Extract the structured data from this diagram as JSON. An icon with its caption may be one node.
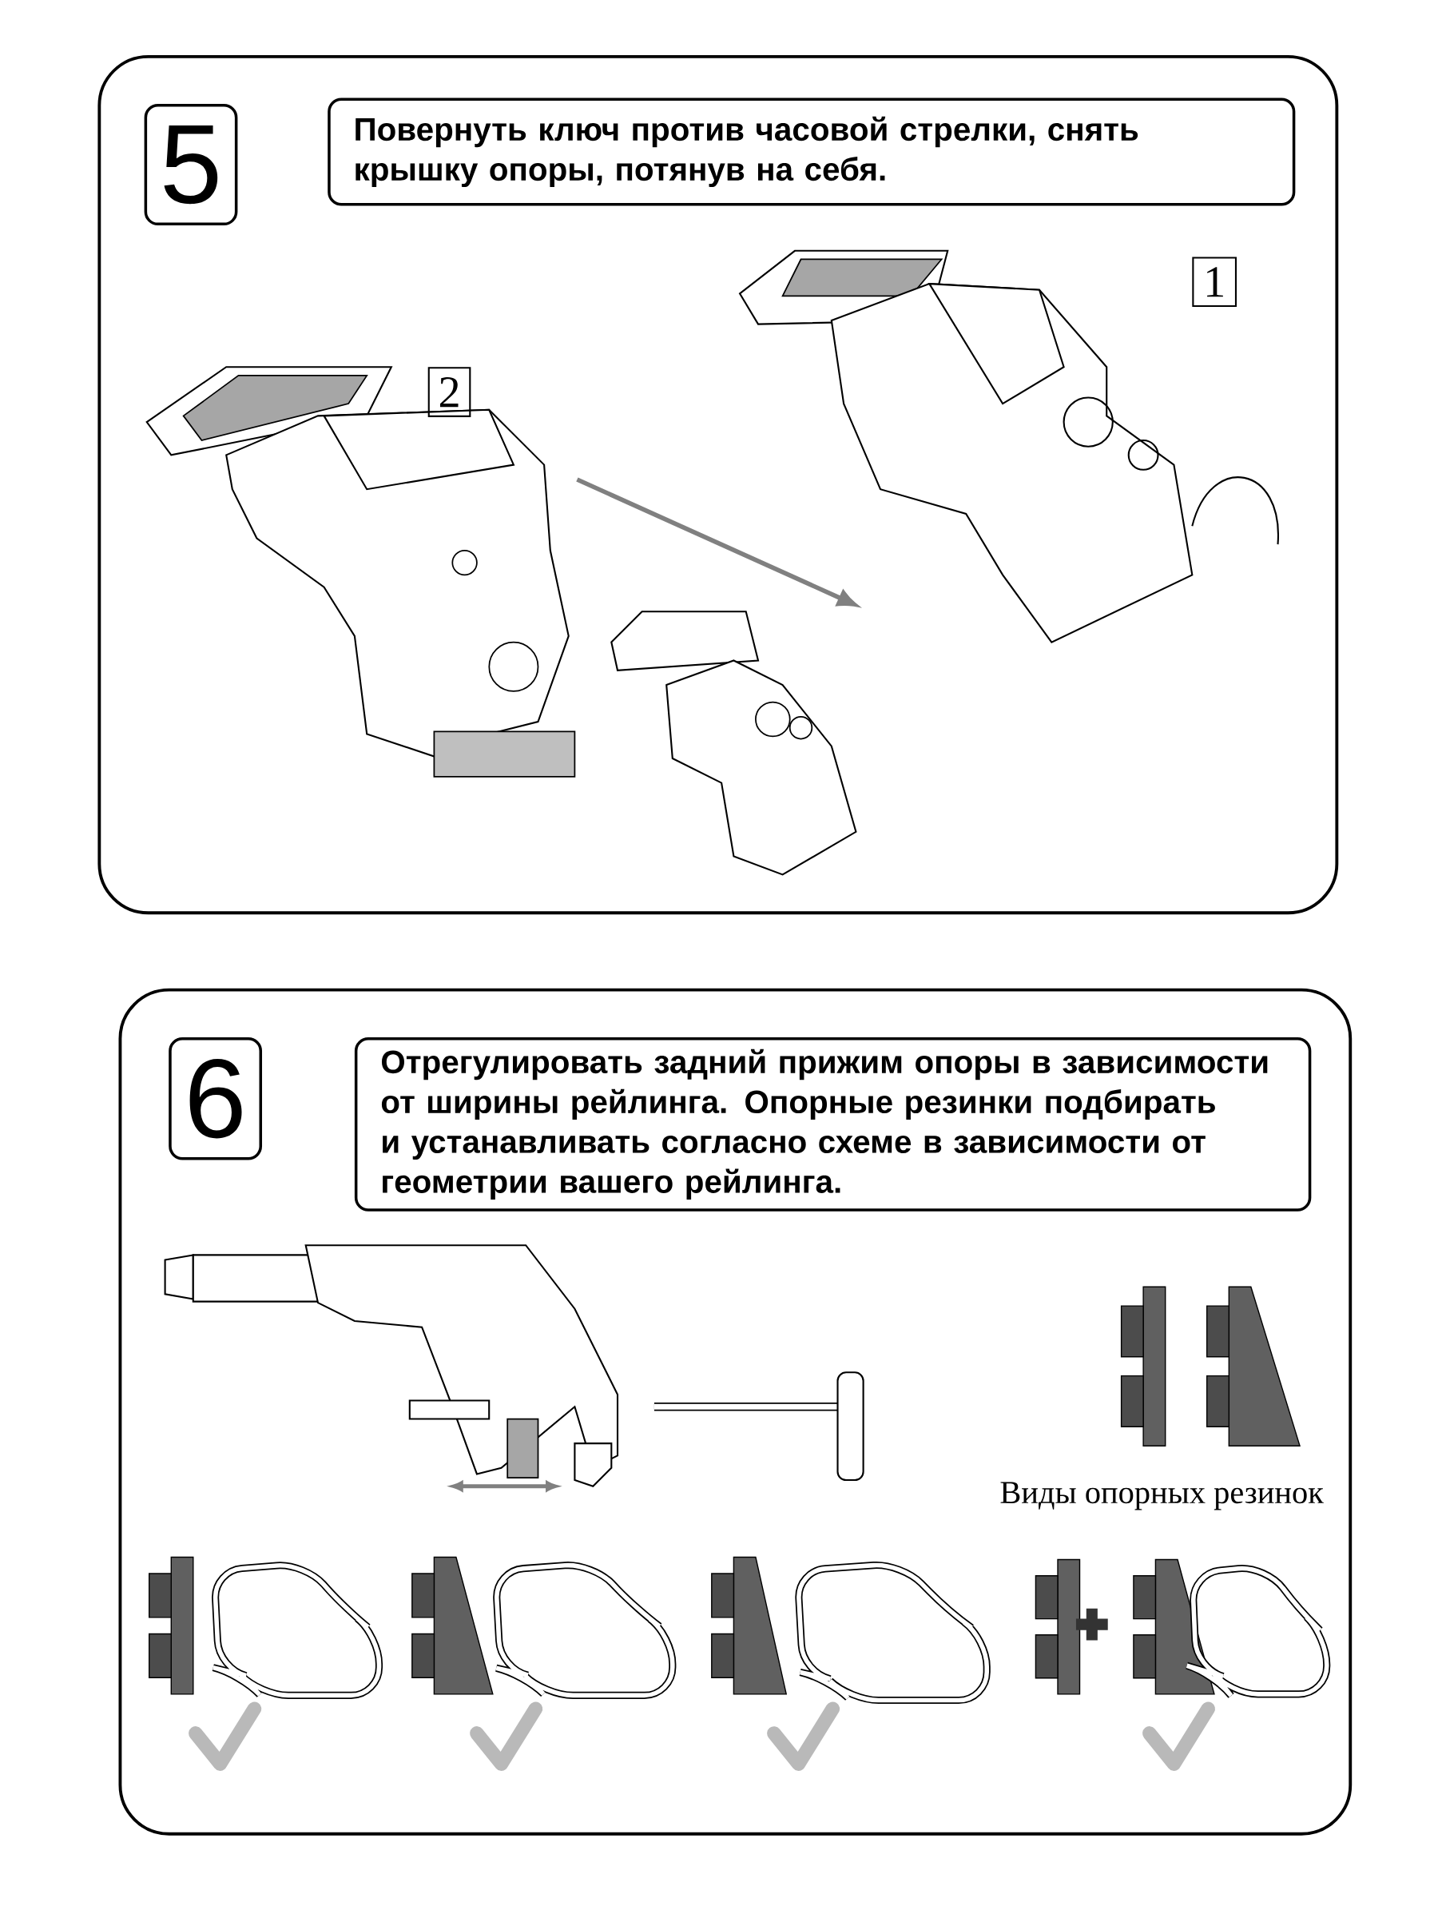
{
  "diagram": {
    "nodes": [
      {
        "text": [],
        "shape": "box"
      },
      {
        "text": [
          "5"
        ],
        "in": 0
      },
      {
        "text": [
          "Повернуть ключ против часовой стрелки, снять крышку опоры, потянув на себя."
        ],
        "in": 0
      },
      {
        "text": [
          "1"
        ],
        "in": 0
      },
      {
        "text": [
          "2"
        ],
        "in": 0
      },
      {
        "text": [],
        "shape": "box"
      },
      {
        "text": [
          "6"
        ],
        "in": 5
      },
      {
        "text": [
          "Отрегулировать задний прижим опоры в зависимости от ширины рейлинга. Опорные резинки подбирать и устанавливать согласно схеме в зависимости от геометрии вашего рейлинга."
        ],
        "in": 5
      }
    ],
    "labels": [
      "Виды опорных резинок"
    ]
  }
}
